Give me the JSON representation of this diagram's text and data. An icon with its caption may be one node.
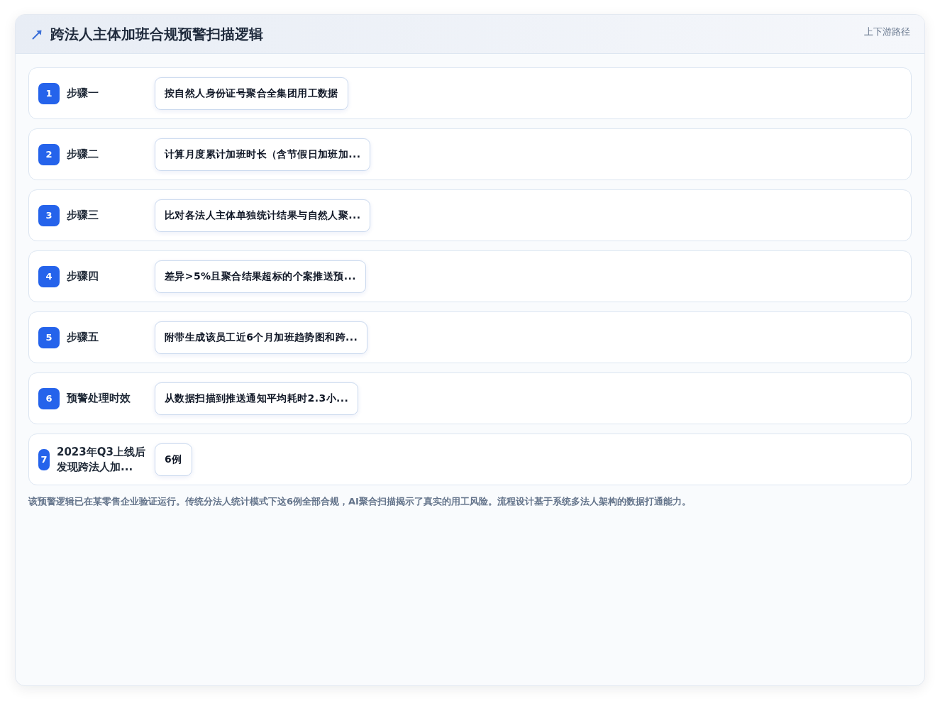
{
  "diagram": {
    "title": "跨法人主体加班合规预警扫描逻辑",
    "nodes": [
      {
        "text": [
          "步骤一"
        ]
      },
      {
        "text": [
          "1"
        ],
        "in": 0
      },
      {
        "text": [
          "按自然人身份证号聚合全集团用工数据"
        ],
        "in": 0
      },
      {
        "text": [
          "步骤二"
        ]
      },
      {
        "text": [
          "2"
        ],
        "in": 3
      },
      {
        "text": [
          "计算月度累计加班时长（含节假日加班加..."
        ],
        "in": 3
      },
      {
        "text": [
          "步骤三"
        ]
      },
      {
        "text": [
          "3"
        ],
        "in": 6
      },
      {
        "text": [
          "比对各法人主体单独统计结果与自然人聚..."
        ],
        "in": 6
      },
      {
        "text": [
          "步骤四"
        ]
      },
      {
        "text": [
          "4"
        ],
        "in": 9
      },
      {
        "text": [
          "差异>5%且聚合结果超标的个案推送预..."
        ],
        "in": 9
      },
      {
        "text": [
          "步骤五"
        ]
      },
      {
        "text": [
          "5"
        ],
        "in": 12
      },
      {
        "text": [
          "附带生成该员工近6个月加班趋势图和跨..."
        ],
        "in": 12
      },
      {
        "text": [
          "预警处理时效"
        ]
      },
      {
        "text": [
          "6"
        ],
        "in": 15
      },
      {
        "text": [
          "从数据扫描到推送通知平均耗时2.3小..."
        ],
        "in": 15
      },
      {
        "text": [
          "2023年Q3上线后发现跨法人加..."
        ]
      },
      {
        "text": [
          "7"
        ],
        "in": 18
      },
      {
        "text": [
          "6例"
        ],
        "in": 18
      }
    ],
    "labels": [
      "上下游路径"
    ],
    "caption": "该预警逻辑已在某零售企业验证运行。传统分法人统计模式下这6例全部合规，AI聚合扫描揭示了真实的用工风险。流程设计基于系统多法人架构的数据打通能力。"
  }
}
